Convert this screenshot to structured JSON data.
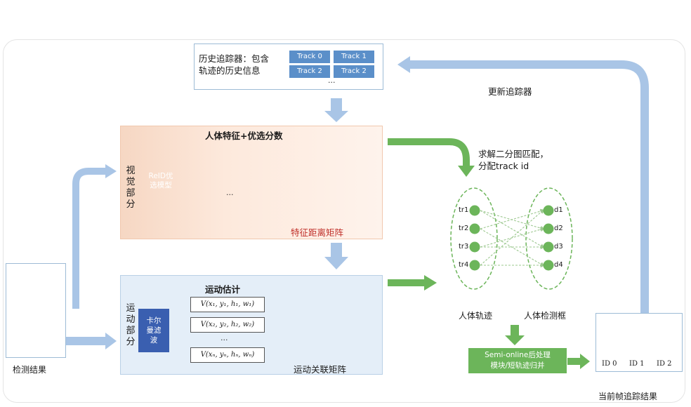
{
  "history": {
    "label_line1": "历史追踪器：包含",
    "label_line2": "轨迹的历史信息",
    "tracks": [
      "Track 0",
      "Track 1",
      "Track 2",
      "Track 2"
    ],
    "ellipsis": "..."
  },
  "update_label": "更新追踪器",
  "visual": {
    "side_label": "视觉部分",
    "title": "人体特征+优选分数",
    "reid_label": "ReID优选模型",
    "ellipsis": "...",
    "matrix_label": "特征距离矩阵"
  },
  "motion": {
    "side_label": "运动部分",
    "title": "运动估计",
    "kalman_label": "卡尔曼滤波",
    "equations": [
      "V(x₁, y₁, h₁, w₁)",
      "V(x₂, y₂, h₂, w₂)",
      "V(xₙ, yₙ, hₙ, wₙ)"
    ],
    "ellipsis": "...",
    "matrix_label": "运动关联矩阵"
  },
  "detection_label": "检测结果",
  "matching": {
    "label_line1": "求解二分图匹配，",
    "label_line2": "分配track id",
    "tracks": [
      "tr1",
      "tr2",
      "tr3",
      "tr4"
    ],
    "dets": [
      "d1",
      "d2",
      "d3",
      "d4"
    ],
    "tracks_label": "人体轨迹",
    "dets_label": "人体检测框"
  },
  "post": {
    "line1": "Semi-online后处理",
    "line2": "模块/短轨迹归并"
  },
  "result": {
    "ids": [
      "ID 0",
      "ID 1",
      "ID 2"
    ],
    "label": "当前帧追踪结果"
  },
  "colors": {
    "blue_arrow": "#a9c5e6",
    "green_arrow": "#6cb55a",
    "orange_arrow": "#e8875a",
    "red_node": "#d9343a",
    "blue_node": "#5b8fc9",
    "green_node": "#6cb55a"
  },
  "icons": [
    "person-photo-icon"
  ]
}
